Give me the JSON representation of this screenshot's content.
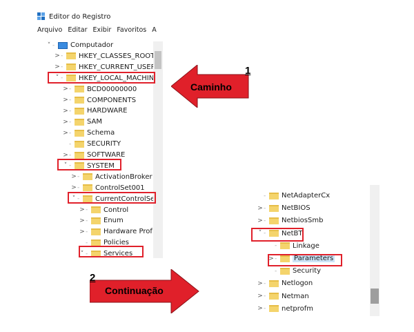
{
  "window": {
    "title": "Editor do Registro",
    "icon": "registry-editor-icon"
  },
  "menu": [
    "Arquivo",
    "Editar",
    "Exibir",
    "Favoritos",
    "A"
  ],
  "tree_left": [
    {
      "label": "Computador",
      "indent": 0,
      "chevron": "˅",
      "icon": "computer-icon"
    },
    {
      "label": "HKEY_CLASSES_ROOT",
      "indent": 1,
      "chevron": ">"
    },
    {
      "label": "HKEY_CURRENT_USER",
      "indent": 1,
      "chevron": ">"
    },
    {
      "label": "HKEY_LOCAL_MACHINE",
      "indent": 1,
      "chevron": "˅"
    },
    {
      "label": "BCD00000000",
      "indent": 2,
      "chevron": ">"
    },
    {
      "label": "COMPONENTS",
      "indent": 2,
      "chevron": ">"
    },
    {
      "label": "HARDWARE",
      "indent": 2,
      "chevron": ">"
    },
    {
      "label": "SAM",
      "indent": 2,
      "chevron": ">"
    },
    {
      "label": "Schema",
      "indent": 2,
      "chevron": ">"
    },
    {
      "label": "SECURITY",
      "indent": 2,
      "chevron": ""
    },
    {
      "label": "SOFTWARE",
      "indent": 2,
      "chevron": ">"
    },
    {
      "label": "SYSTEM",
      "indent": 2,
      "chevron": "˅"
    },
    {
      "label": "ActivationBroker",
      "indent": 3,
      "chevron": ">"
    },
    {
      "label": "ControlSet001",
      "indent": 3,
      "chevron": ">"
    },
    {
      "label": "CurrentControlSet",
      "indent": 3,
      "chevron": "˅"
    },
    {
      "label": "Control",
      "indent": 4,
      "chevron": ">"
    },
    {
      "label": "Enum",
      "indent": 4,
      "chevron": ">"
    },
    {
      "label": "Hardware Prof",
      "indent": 4,
      "chevron": ">"
    },
    {
      "label": "Policies",
      "indent": 4,
      "chevron": ""
    },
    {
      "label": "Services",
      "indent": 4,
      "chevron": "˅"
    }
  ],
  "tree_right": [
    {
      "label": "NetAdapterCx",
      "indent": 0,
      "chevron": ""
    },
    {
      "label": "NetBIOS",
      "indent": 0,
      "chevron": ">"
    },
    {
      "label": "NetbiosSmb",
      "indent": 0,
      "chevron": ">"
    },
    {
      "label": "NetBT",
      "indent": 0,
      "chevron": "˅"
    },
    {
      "label": "Linkage",
      "indent": 1,
      "chevron": ""
    },
    {
      "label": "Parameters",
      "indent": 1,
      "chevron": ">",
      "selected": true
    },
    {
      "label": "Security",
      "indent": 1,
      "chevron": ""
    },
    {
      "label": "Netlogon",
      "indent": 0,
      "chevron": ">"
    },
    {
      "label": "Netman",
      "indent": 0,
      "chevron": ">"
    },
    {
      "label": "netprofm",
      "indent": 0,
      "chevron": ">"
    }
  ],
  "callouts": {
    "caminho": {
      "label": "Caminho",
      "number": "1"
    },
    "continuacao": {
      "label": "Continuação",
      "number": "2"
    }
  },
  "colors": {
    "highlight": "#e0202a",
    "arrow_fill": "#e0202a",
    "selection": "#cce4f7",
    "folder": "#f4d46c"
  }
}
